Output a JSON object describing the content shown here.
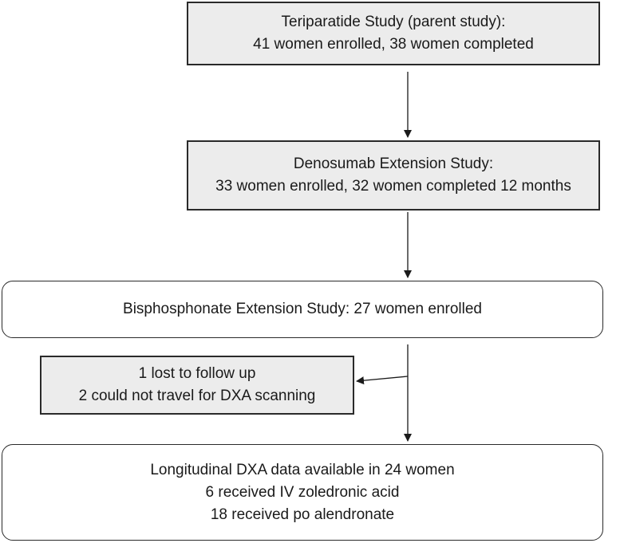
{
  "boxes": {
    "teriparatide": {
      "line1": "Teriparatide Study (parent study):",
      "line2": "41 women enrolled, 38 women completed"
    },
    "denosumab": {
      "line1": "Denosumab Extension Study:",
      "line2": "33 women enrolled, 32 women completed 12 months"
    },
    "bisphosphonate": {
      "line1": "Bisphosphonate Extension Study:  27 women enrolled"
    },
    "excluded": {
      "line1": "1 lost to follow up",
      "line2": "2 could not travel for DXA scanning"
    },
    "longitudinal": {
      "line1": "Longitudinal DXA data available in 24 women",
      "line2": "6 received IV zoledronic acid",
      "line3": "18 received po alendronate"
    }
  },
  "colors": {
    "gray_box_fill": "#ececec",
    "line": "#2a2a2a"
  }
}
